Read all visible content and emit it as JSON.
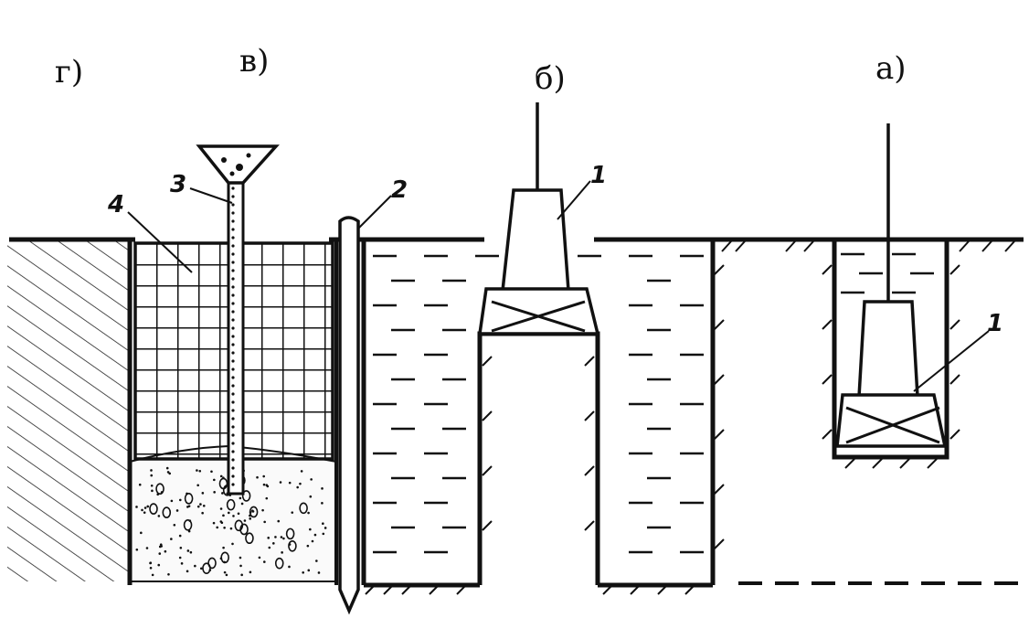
{
  "diagram": {
    "stages": [
      {
        "id": "a",
        "label": "а)"
      },
      {
        "id": "b",
        "label": "б)"
      },
      {
        "id": "v",
        "label": "в)"
      },
      {
        "id": "g",
        "label": "г)"
      }
    ],
    "callouts": [
      {
        "id": "1a",
        "text": "1"
      },
      {
        "id": "1b",
        "text": "1"
      },
      {
        "id": "2",
        "text": "2"
      },
      {
        "id": "3",
        "text": "3"
      },
      {
        "id": "4",
        "text": "4"
      }
    ]
  }
}
